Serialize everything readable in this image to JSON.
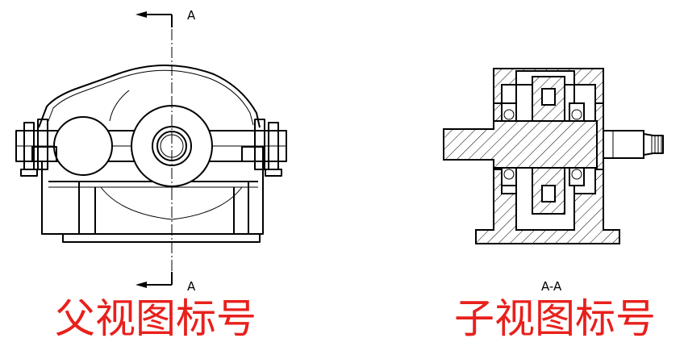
{
  "parent_view": {
    "section_mark_top": "A",
    "section_mark_bottom": "A",
    "caption": "父视图标号"
  },
  "child_view": {
    "section_title": "A-A",
    "caption": "子视图标号"
  },
  "colors": {
    "caption": "#e8201c",
    "lines": "#000000"
  }
}
